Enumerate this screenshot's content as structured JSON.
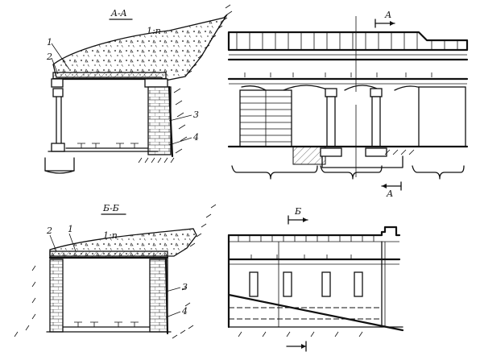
{
  "sections": {
    "aa_title": "A-A",
    "bb_title": "Б-Б"
  },
  "labels": {
    "slope": "1:п",
    "n1": "1",
    "n2": "2",
    "n3": "3",
    "n4": "4",
    "cut_a": "А",
    "cut_b": "Б"
  },
  "colors": {
    "ink": "#111111",
    "paper": "#ffffff"
  },
  "icons": [
    "section-arrow-icon",
    "ground-hatch",
    "gravel-fill-pattern"
  ]
}
